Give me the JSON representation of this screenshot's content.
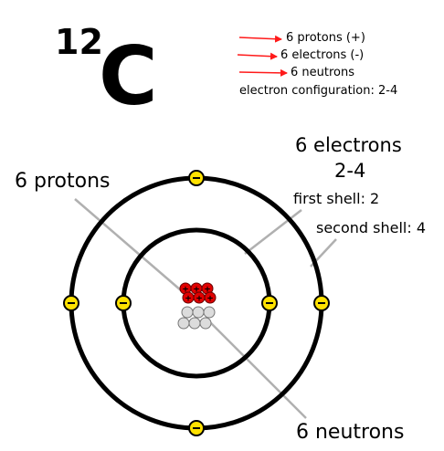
{
  "element": {
    "mass_number": "12",
    "symbol": "C"
  },
  "facts": [
    "6 protons (+)",
    "6 electrons (-)",
    "6 neutrons",
    "electron configuration: 2-4"
  ],
  "labels": {
    "electrons_title": "6 electrons",
    "configuration": "2-4",
    "first_shell": "first shell: 2",
    "second_shell": "second shell: 4",
    "protons": "6 protons",
    "neutrons": "6 neutrons"
  },
  "symbols": {
    "proton_sign": "+",
    "electron_sign": "−"
  },
  "atom": {
    "protons": 6,
    "neutrons": 6,
    "shells": [
      {
        "electrons": 2
      },
      {
        "electrons": 4
      }
    ]
  },
  "colors": {
    "proton": "#e00000",
    "neutron": "#dcdcdc",
    "electron": "#ffe100",
    "arrow": "#ff1a1a",
    "shell": "#000000",
    "leader": "#b0b0b0"
  }
}
